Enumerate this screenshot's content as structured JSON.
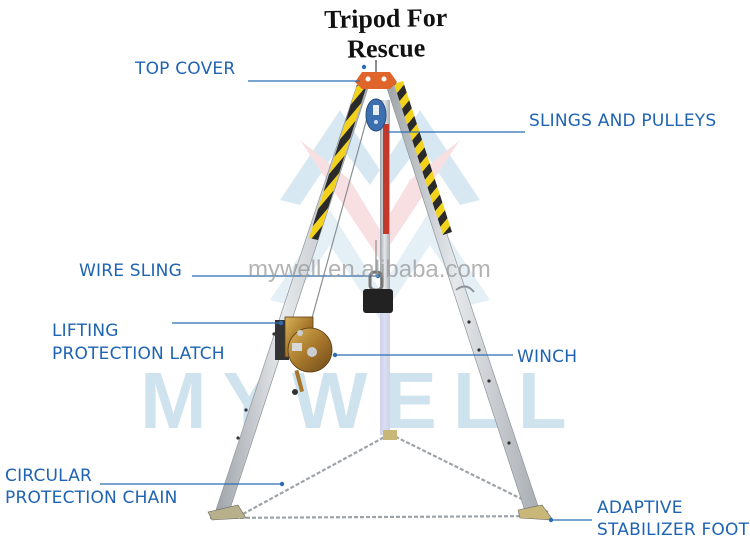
{
  "title": "Tripod For Rescue",
  "watermark": {
    "url_text": "mywell.en.alibaba.com",
    "logo_text": "MYWELL"
  },
  "labels": {
    "top_cover": "TOP COVER",
    "slings_and_pulleys": "SLINGS AND PULLEYS",
    "wire_sling": "WIRE SLING",
    "lifting_protection_latch_line1": "LIFTING",
    "lifting_protection_latch_line2": "PROTECTION LATCH",
    "winch": "WINCH",
    "circular_protection_chain_line1": "CIRCULAR",
    "circular_protection_chain_line2": "PROTECTION CHAIN",
    "adaptive_stabilizer_foot_line1": "ADAPTIVE",
    "adaptive_stabilizer_foot_line2": "STABILIZER FOOT"
  },
  "colors": {
    "label_blue": "#1f63b3",
    "leader_line": "#2a6db5",
    "top_cover_orange": "#e0652a",
    "pulley_blue": "#3c6fb0",
    "rod_red": "#c0392b",
    "hazard_yellow": "#f2d21a",
    "leg_silver": "#c9cdd2",
    "winch_bronze": "#b8862f",
    "watermark_blue": "#cfe3ef",
    "watermark_pink": "#f3c6cc"
  }
}
